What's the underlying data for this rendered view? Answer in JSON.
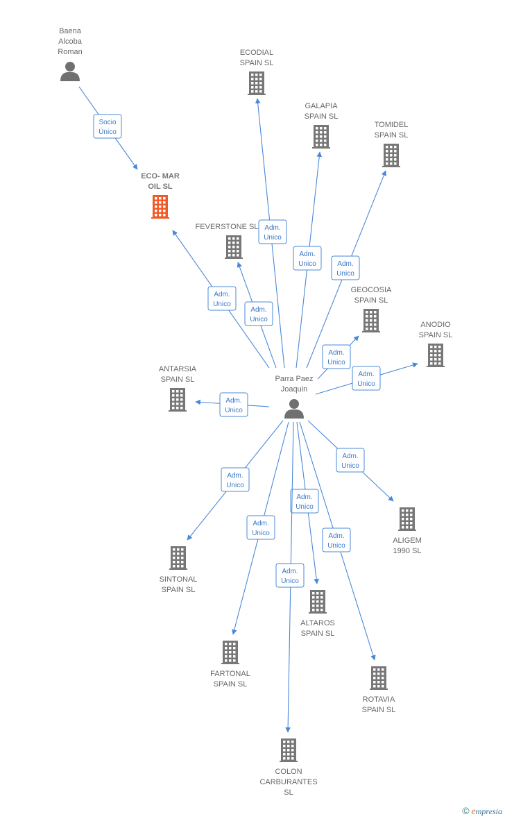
{
  "colors": {
    "edge": "#4a88d8",
    "edge_text": "#3b78c8",
    "company_icon": "#777777",
    "highlight_company_icon": "#f05a28",
    "person_icon": "#707070"
  },
  "nodes": [
    {
      "id": "baena",
      "type": "person",
      "lines": [
        "Baena",
        "Alcoba",
        "Roman"
      ]
    },
    {
      "id": "parra",
      "type": "person",
      "lines": [
        "Parra Paez",
        "Joaquin"
      ]
    },
    {
      "id": "ecomar",
      "type": "company",
      "highlight": true,
      "lines": [
        "ECO- MAR",
        "OIL  SL"
      ]
    },
    {
      "id": "ecodial",
      "type": "company",
      "lines": [
        "ECODIAL",
        "SPAIN  SL"
      ]
    },
    {
      "id": "galapia",
      "type": "company",
      "lines": [
        "GALAPIA",
        "SPAIN  SL"
      ]
    },
    {
      "id": "tomidel",
      "type": "company",
      "lines": [
        "TOMIDEL",
        "SPAIN  SL"
      ]
    },
    {
      "id": "feverstone",
      "type": "company",
      "lines": [
        "FEVERSTONE SL"
      ]
    },
    {
      "id": "geocosia",
      "type": "company",
      "lines": [
        "GEOCOSIA",
        "SPAIN  SL"
      ]
    },
    {
      "id": "anodio",
      "type": "company",
      "lines": [
        "ANODIO",
        "SPAIN  SL"
      ]
    },
    {
      "id": "antarsia",
      "type": "company",
      "lines": [
        "ANTARSIA",
        "SPAIN  SL"
      ]
    },
    {
      "id": "aligem",
      "type": "company",
      "lines": [
        "ALIGEM",
        "1990 SL"
      ]
    },
    {
      "id": "sintonal",
      "type": "company",
      "lines": [
        "SINTONAL",
        "SPAIN  SL"
      ]
    },
    {
      "id": "altaros",
      "type": "company",
      "lines": [
        "ALTAROS",
        "SPAIN  SL"
      ]
    },
    {
      "id": "fartonal",
      "type": "company",
      "lines": [
        "FARTONAL",
        "SPAIN  SL"
      ]
    },
    {
      "id": "rotavia",
      "type": "company",
      "lines": [
        "ROTAVIA",
        "SPAIN  SL"
      ]
    },
    {
      "id": "colon",
      "type": "company",
      "lines": [
        "COLON",
        "CARBURANTES",
        "SL"
      ]
    }
  ],
  "edges": [
    {
      "from": "baena",
      "to": "ecomar",
      "label": [
        "Socio",
        "Único"
      ]
    },
    {
      "from": "parra",
      "to": "ecomar",
      "label": [
        "Adm.",
        "Unico"
      ]
    },
    {
      "from": "parra",
      "to": "ecodial",
      "label": [
        "Adm.",
        "Unico"
      ]
    },
    {
      "from": "parra",
      "to": "galapia",
      "label": [
        "Adm.",
        "Unico"
      ]
    },
    {
      "from": "parra",
      "to": "tomidel",
      "label": [
        "Adm.",
        "Unico"
      ]
    },
    {
      "from": "parra",
      "to": "feverstone",
      "label": [
        "Adm.",
        "Unico"
      ]
    },
    {
      "from": "parra",
      "to": "geocosia",
      "label": [
        "Adm.",
        "Unico"
      ]
    },
    {
      "from": "parra",
      "to": "anodio",
      "label": [
        "Adm.",
        "Unico"
      ]
    },
    {
      "from": "parra",
      "to": "antarsia",
      "label": [
        "Adm.",
        "Unico"
      ]
    },
    {
      "from": "parra",
      "to": "aligem",
      "label": [
        "Adm.",
        "Unico"
      ]
    },
    {
      "from": "parra",
      "to": "sintonal",
      "label": [
        "Adm.",
        "Unico"
      ]
    },
    {
      "from": "parra",
      "to": "altaros",
      "label": [
        "Adm.",
        "Unico"
      ]
    },
    {
      "from": "parra",
      "to": "fartonal",
      "label": [
        "Adm.",
        "Unico"
      ]
    },
    {
      "from": "parra",
      "to": "rotavia",
      "label": [
        "Adm.",
        "Unico"
      ]
    },
    {
      "from": "parra",
      "to": "colon",
      "label": [
        "Adm.",
        "Unico"
      ]
    }
  ],
  "footer": {
    "copyright": "©",
    "brand_initial": "e",
    "brand_rest": "mpresia"
  }
}
